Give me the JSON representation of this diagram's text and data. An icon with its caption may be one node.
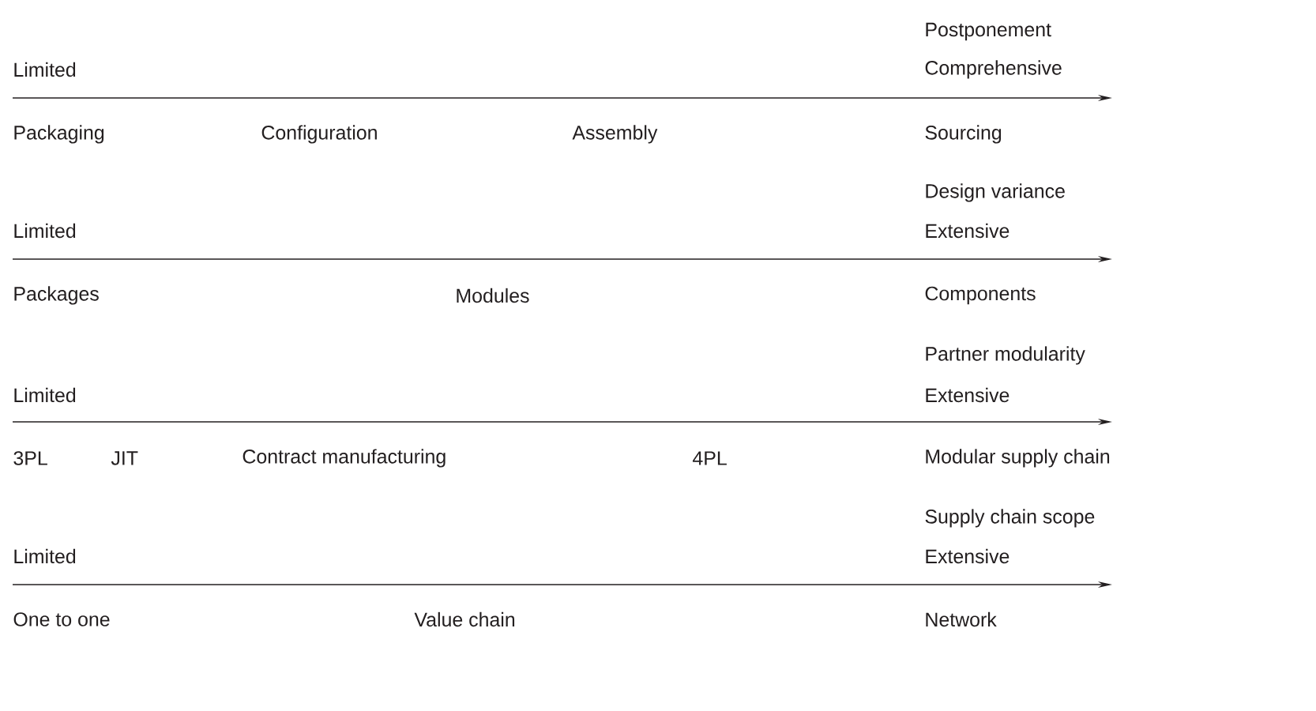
{
  "diagram": {
    "labels": [
      "Postponement",
      "Limited",
      "Comprehensive",
      "Packaging",
      "Configuration",
      "Assembly",
      "Sourcing",
      "Design variance",
      "Limited",
      "Extensive",
      "Packages",
      "Modules",
      "Components",
      "Partner modularity",
      "Limited",
      "Extensive",
      "3PL",
      "JIT",
      "Contract manufacturing",
      "4PL",
      "Modular supply chain",
      "Supply chain scope",
      "Limited",
      "Extensive",
      "One to one",
      "Value chain",
      "Network"
    ]
  }
}
